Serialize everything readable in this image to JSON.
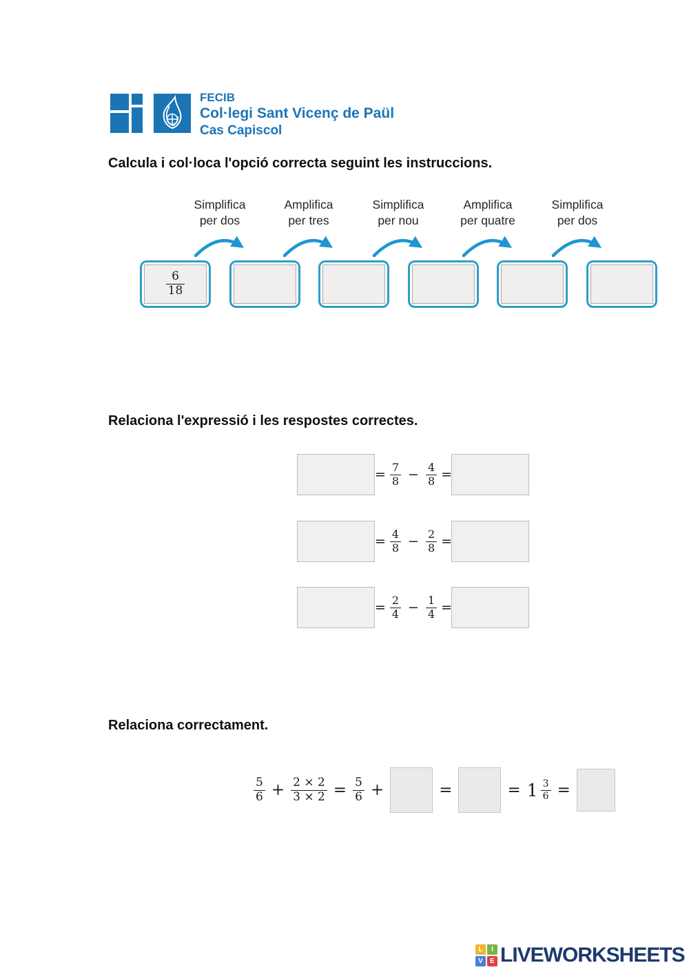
{
  "header_logo": {
    "org": "FECIB",
    "school": "Col·legi Sant Vicenç de Paül",
    "campus": "Cas Capiscol",
    "brand_color": "#1c75b5"
  },
  "exercise1": {
    "title": "Calcula i col·loca l'opció correcta seguint les instruccions.",
    "arrow_color": "#1e96d2",
    "box_border_color": "#2f9dc9",
    "steps": [
      {
        "line1": "Simplifica",
        "line2": "per dos"
      },
      {
        "line1": "Amplifica",
        "line2": "per tres"
      },
      {
        "line1": "Simplifica",
        "line2": "per nou"
      },
      {
        "line1": "Amplifica",
        "line2": "per quatre"
      },
      {
        "line1": "Simplifica",
        "line2": "per dos"
      }
    ],
    "start_fraction": {
      "num": "6",
      "den": "18"
    }
  },
  "exercise2": {
    "title": "Relaciona l'expressió i les respostes correctes.",
    "rows": [
      {
        "eq_left": "=",
        "f1": {
          "num": "7",
          "den": "8"
        },
        "op": "−",
        "f2": {
          "num": "4",
          "den": "8"
        },
        "eq_right": "="
      },
      {
        "eq_left": "=",
        "f1": {
          "num": "4",
          "den": "8"
        },
        "op": "−",
        "f2": {
          "num": "2",
          "den": "8"
        },
        "eq_right": "="
      },
      {
        "eq_left": "=",
        "f1": {
          "num": "2",
          "den": "4"
        },
        "op": "−",
        "f2": {
          "num": "1",
          "den": "4"
        },
        "eq_right": "="
      }
    ]
  },
  "exercise3": {
    "title": "Relaciona correctament.",
    "f1": {
      "num": "5",
      "den": "6"
    },
    "plus1": "+",
    "f2": {
      "num": "2 × 2",
      "den": "3 × 2"
    },
    "eq1": "=",
    "f3": {
      "num": "5",
      "den": "6"
    },
    "plus2": "+",
    "eq2": "=",
    "eq3": "=",
    "whole": "1",
    "f4": {
      "num": "3",
      "den": "6"
    },
    "eq4": "="
  },
  "footer": {
    "brand": "LIVEWORKSHEETS",
    "brand_color": "#1d3a6b",
    "tiles": [
      {
        "letter": "L",
        "color": "#edb62e"
      },
      {
        "letter": "I",
        "color": "#79b544"
      },
      {
        "letter": "V",
        "color": "#4a7fd4"
      },
      {
        "letter": "E",
        "color": "#e04040"
      }
    ]
  }
}
